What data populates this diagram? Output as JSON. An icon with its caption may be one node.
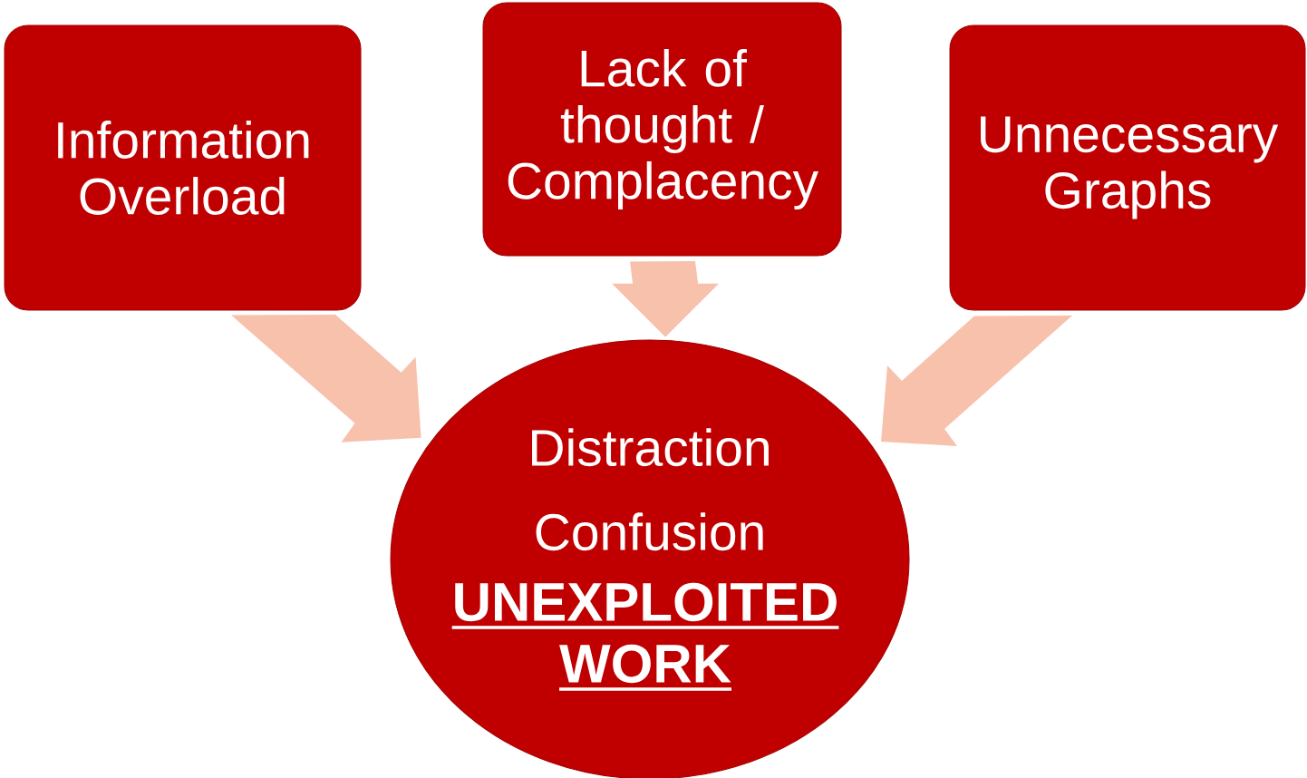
{
  "diagram": {
    "nodes": [
      {
        "text": [
          "Information Overload"
        ]
      },
      {
        "text": [
          "Lack of thought / Complacency"
        ]
      },
      {
        "text": [
          "Unnecessary Graphs"
        ]
      },
      {
        "text": [
          "Distraction",
          "Confusion",
          "UNEXPLOITED WORK"
        ]
      }
    ],
    "edges": [
      {
        "from": 0,
        "to": 3,
        "arrow": "to"
      },
      {
        "from": 1,
        "to": 3,
        "arrow": "to"
      },
      {
        "from": 2,
        "to": 3,
        "arrow": "to"
      }
    ]
  }
}
